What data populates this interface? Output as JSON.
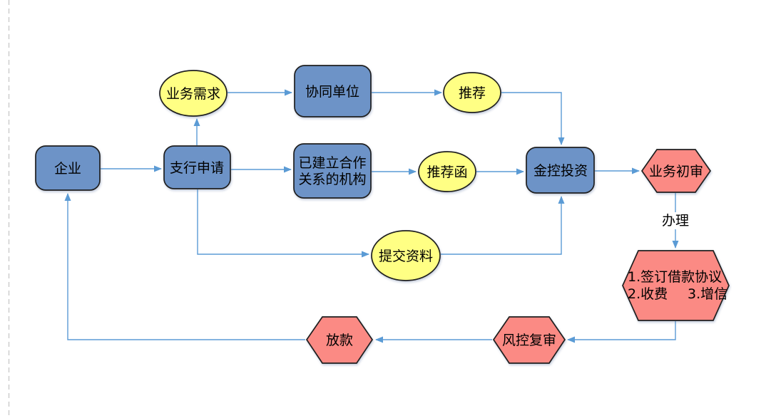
{
  "page": {
    "background": "#ffffff"
  },
  "colors": {
    "process_fill": "#6D93C7",
    "terminal_fill": "#FFFF84",
    "review_fill": "#FB8A84",
    "shape_stroke": "#1F1F1F",
    "arrow": "#5B9BD5",
    "page_break_line": "#CBCBCB",
    "text": "#000000"
  },
  "nodes": {
    "enterprise": {
      "label": "企业",
      "shape": "rounded-rect"
    },
    "branch_application": {
      "label": "支行申请",
      "shape": "rounded-rect"
    },
    "business_demand": {
      "label": "业务需求",
      "shape": "ellipse"
    },
    "collaborative_unit": {
      "label": "协同单位",
      "shape": "rounded-rect"
    },
    "recommend": {
      "label": "推荐",
      "shape": "ellipse"
    },
    "partner_institution": {
      "line1": "已建立合作",
      "line2": "关系的机构",
      "shape": "rounded-rect"
    },
    "recommendation_letter": {
      "label": "推荐函",
      "shape": "ellipse"
    },
    "jinkong_investment": {
      "label": "金控投资",
      "shape": "rounded-rect"
    },
    "business_preliminary_review": {
      "label": "业务初审",
      "shape": "hexagon"
    },
    "submit_materials": {
      "label": "提交资料",
      "shape": "ellipse"
    },
    "agreement_steps": {
      "line1": "1.签订借款协议",
      "line2a": "2.收费",
      "line2b": "3.增信",
      "shape": "hexagon"
    },
    "risk_control_review": {
      "label": "风控复审",
      "shape": "hexagon"
    },
    "loan_disbursement": {
      "label": "放款",
      "shape": "hexagon"
    }
  },
  "edge_labels": {
    "handle": "办理"
  }
}
